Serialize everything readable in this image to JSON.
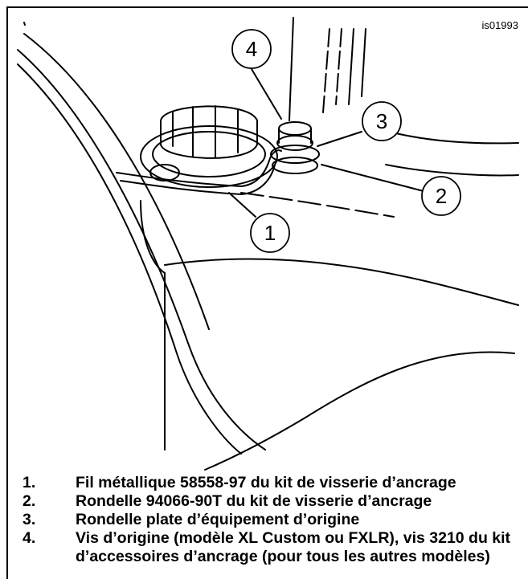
{
  "figure_id": "is01993",
  "callouts": [
    "1",
    "2",
    "3",
    "4"
  ],
  "legend": [
    {
      "num": "1.",
      "text": "Fil métallique 58558-97 du kit de visserie d’ancrage"
    },
    {
      "num": "2.",
      "text": "Rondelle 94066-90T du kit de visserie d’ancrage"
    },
    {
      "num": "3.",
      "text": "Rondelle plate d’équipement d’origine"
    },
    {
      "num": "4.",
      "text": "Vis d’origine (modèle XL Custom ou FXLR), vis 3210 du kit d’accessoires d’ancrage (pour tous les autres modèles)"
    }
  ]
}
